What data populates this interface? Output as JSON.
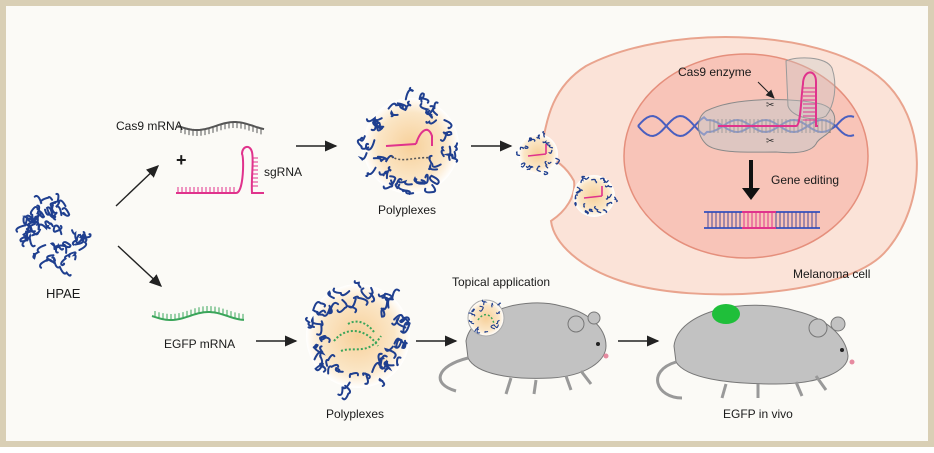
{
  "labels": {
    "hpae": "HPAE",
    "cas9_mrna": "Cas9 mRNA",
    "plus": "+",
    "sgrna": "sgRNA",
    "polyplexes_top": "Polyplexes",
    "cas9_enzyme": "Cas9 enzyme",
    "gene_editing": "Gene editing",
    "melanoma_cell": "Melanoma cell",
    "egfp_mrna": "EGFP mRNA",
    "polyplexes_bottom": "Polyplexes",
    "topical_application": "Topical application",
    "egfp_in_vivo": "EGFP in vivo"
  },
  "colors": {
    "polymer": "#1f3f8f",
    "sgrna": "#e0338c",
    "egfp_mrna": "#3aa55a",
    "cas9_mrna": "#555555",
    "cell": "#fbe3d8",
    "cell_border": "#e9a48e",
    "nucleus": "#f8c4b8",
    "nucleus_border": "#e58f7c",
    "polyplex_core": "#fbe0b8",
    "mouse": "#c2c2c2",
    "egfp_spot": "#1fbf3a",
    "dna_blue": "#4a5fbf"
  }
}
